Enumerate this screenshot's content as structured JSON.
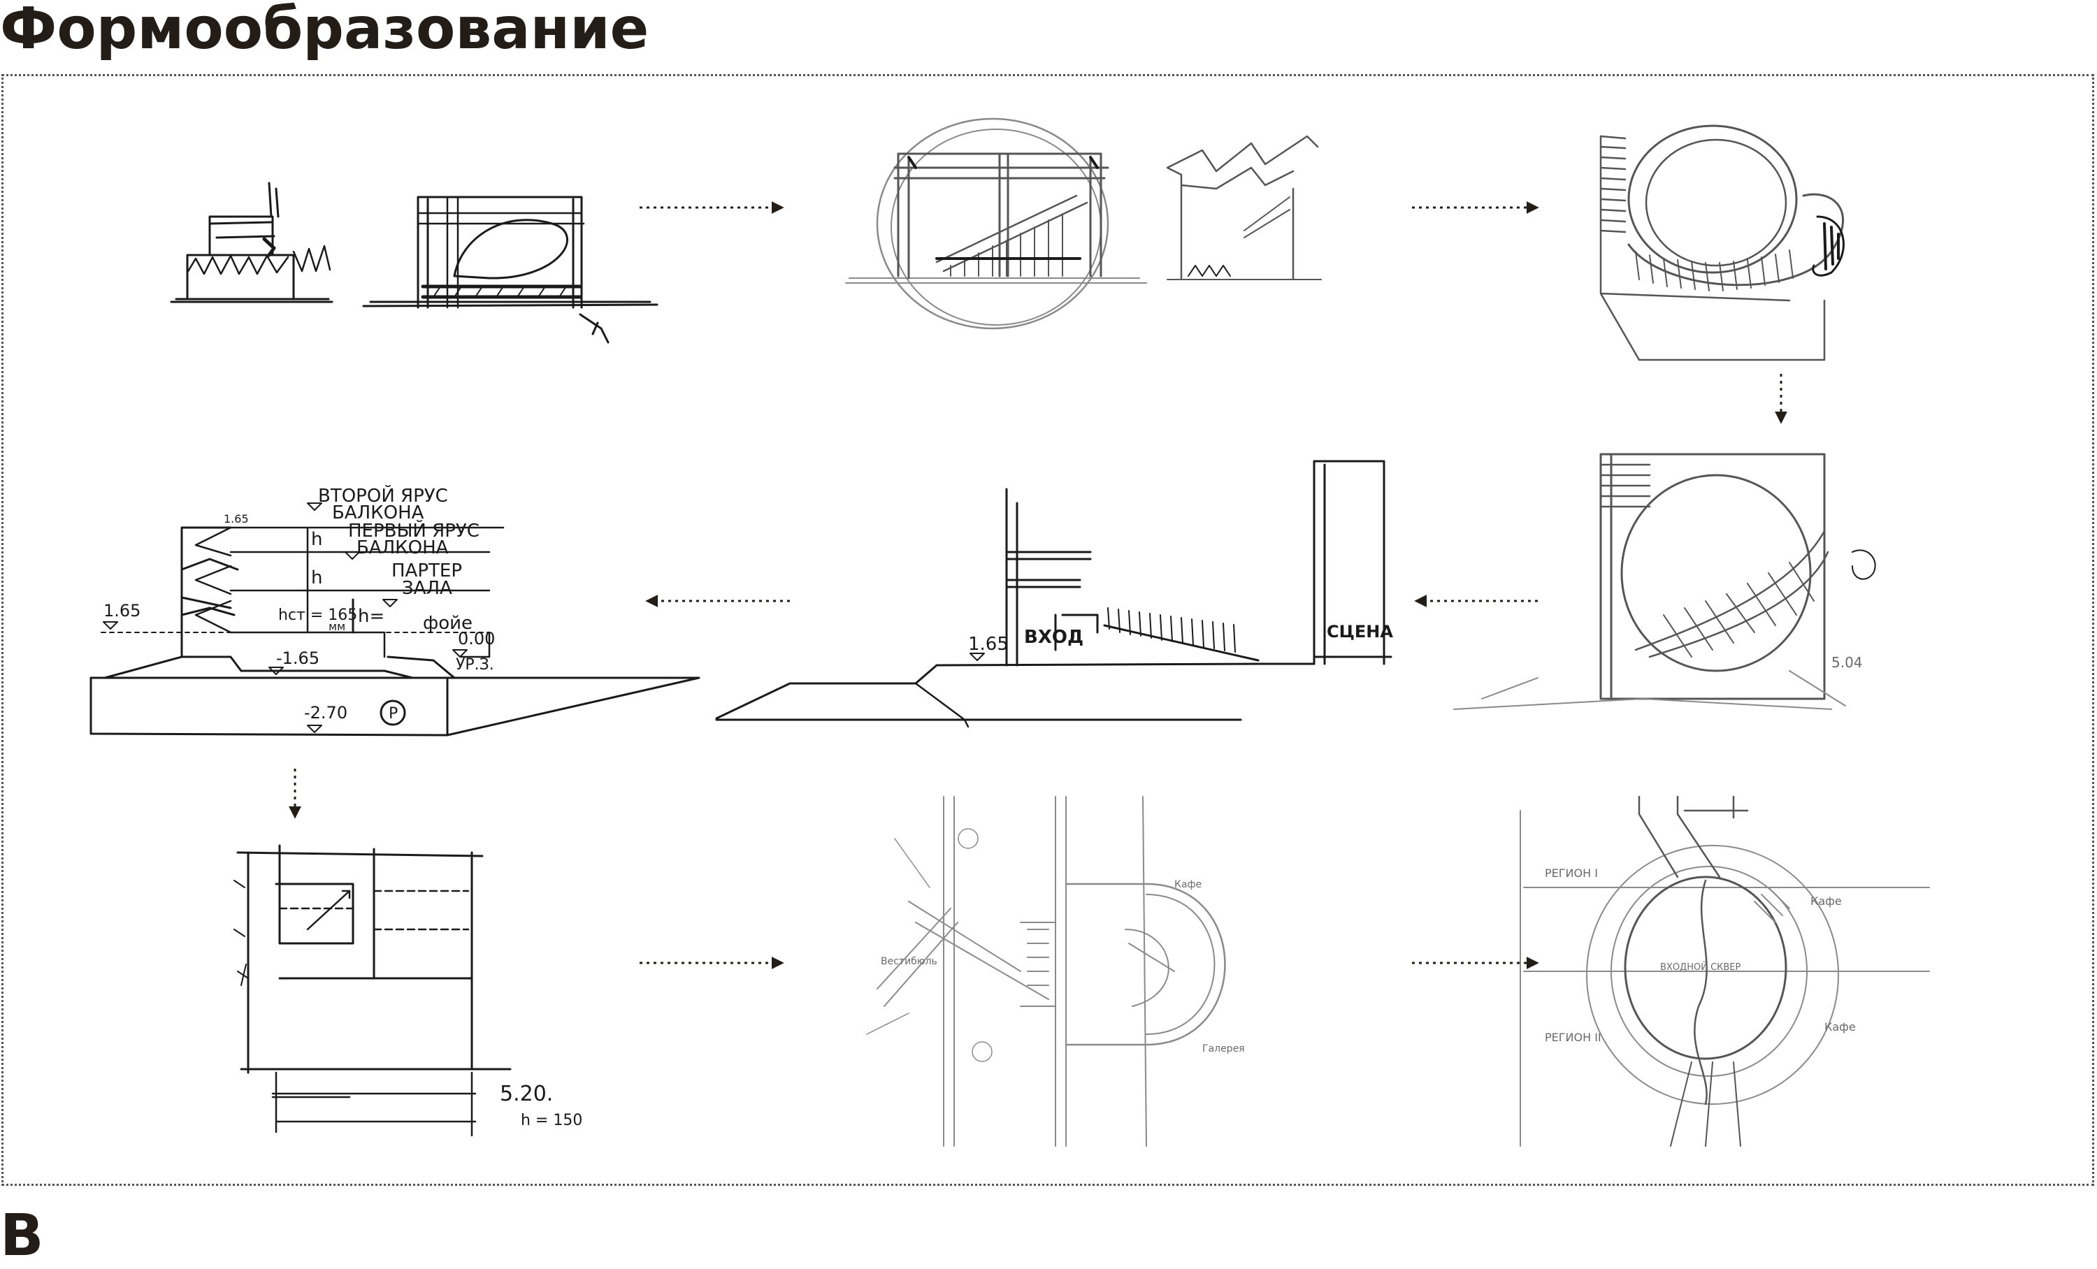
{
  "title": "Формообразование",
  "next_heading": "В",
  "section_labels": {
    "tier2": "ВТОРОЙ ЯРУС",
    "balcony": "БАЛКОНА",
    "tier1": "ПЕРВЫЙ ЯРУС",
    "parterre": "ПАРТЕР",
    "hall": "ЗАЛА",
    "foyer": "фойе",
    "h": "h",
    "hcm": "hст = 165",
    "mm": "мм",
    "h_eq": "h=",
    "lvl_165": "1.65",
    "lvl_000": "0.00",
    "lvl_m165": "-1.65",
    "lvl_m270": "-2.70",
    "ur3": "УР.З.",
    "parking": "P",
    "h165": "1.65"
  },
  "section2_labels": {
    "lvl": "1.65",
    "entrance": "ВХОД",
    "wall": "СЦЕНА"
  },
  "plan_labels": {
    "dim": "5.20.",
    "h": "h = 150"
  },
  "plan2_labels": {
    "lobby": "Вестибюль",
    "cafe": "Кафе",
    "gallery": "Галерея"
  },
  "plan3_labels": {
    "region1": "РЕГИОН I",
    "region2": "РЕГИОН II",
    "cafe1": "Кафе",
    "cafe2": "Кафе",
    "center": "ВХОДНОЙ СКВЕР"
  },
  "sketch3_note": "5.04"
}
